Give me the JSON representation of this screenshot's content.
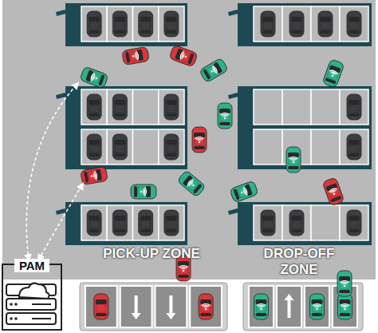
{
  "diagram": {
    "nodes": [
      {
        "text": [
          "PAM"
        ]
      }
    ],
    "labels": [
      "PICK-UP ZONE",
      "DROP-OFF ZONE"
    ]
  }
}
